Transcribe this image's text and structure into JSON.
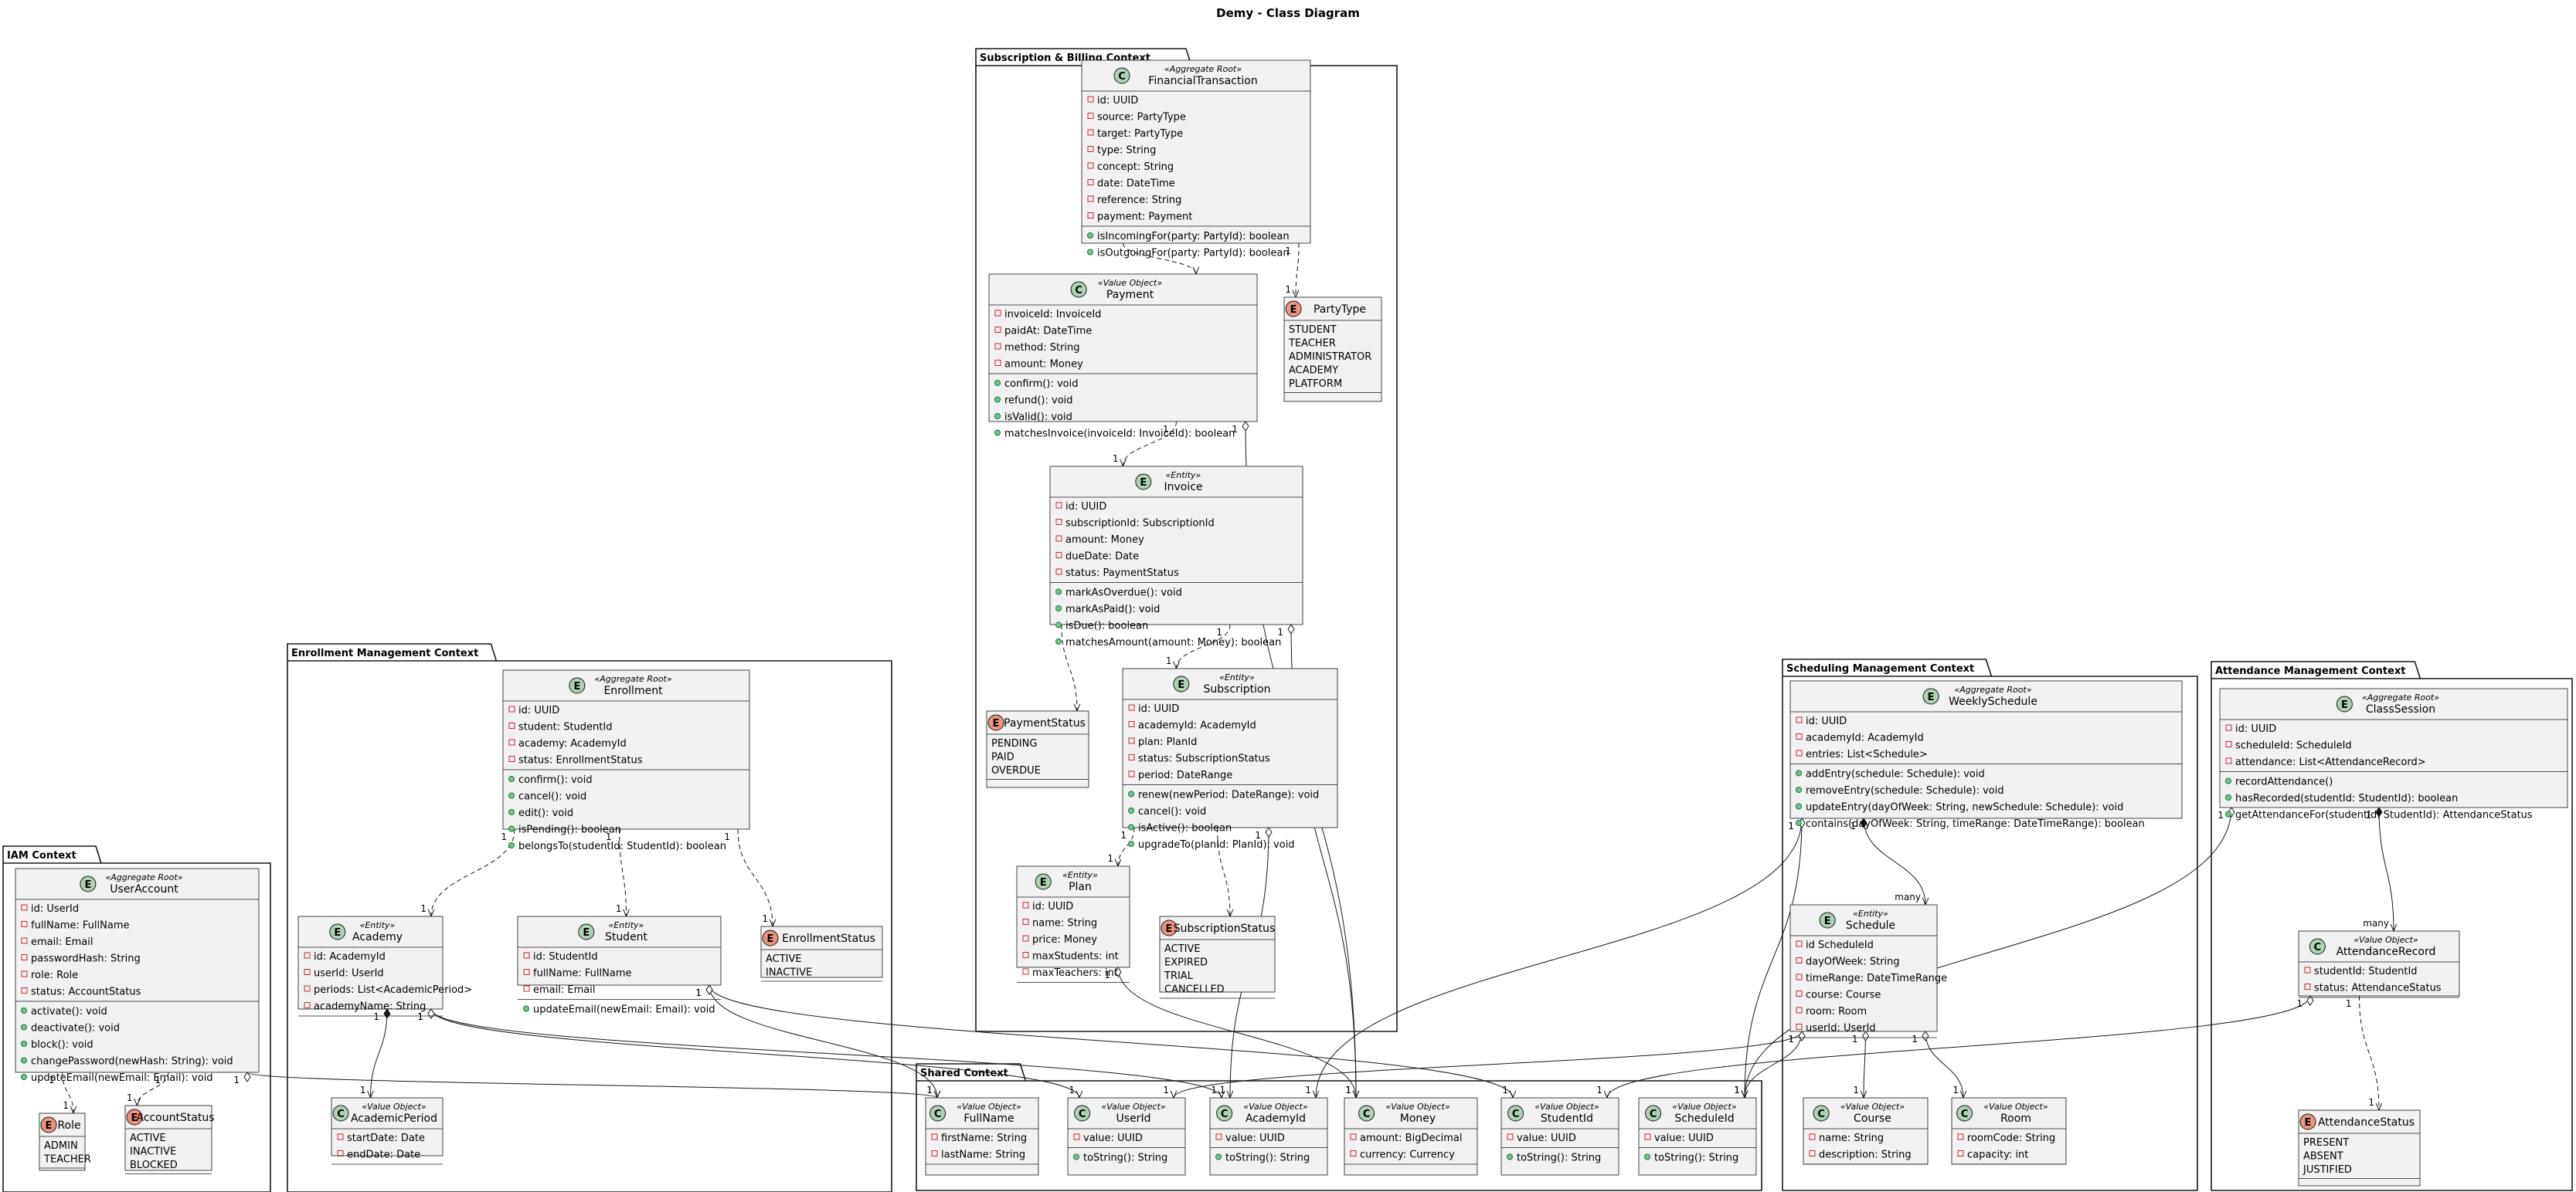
{
  "title": "Demy - Class Diagram",
  "packages": [
    {
      "id": "iam",
      "name": "IAM Context"
    },
    {
      "id": "enroll",
      "name": "Enrollment Management Context"
    },
    {
      "id": "sub",
      "name": "Subscription & Billing Context"
    },
    {
      "id": "shared",
      "name": "Shared Context"
    },
    {
      "id": "sched",
      "name": "Scheduling Management Context"
    },
    {
      "id": "att",
      "name": "Attendance Management Context"
    }
  ],
  "classes": [
    {
      "id": "UserAccount",
      "kind": "E",
      "name": "UserAccount",
      "stereotype": "«Aggregate Root»",
      "fields": [
        "id: UserId",
        "fullName: FullName",
        "email: Email",
        "passwordHash: String",
        "role: Role",
        "status: AccountStatus"
      ],
      "methods": [
        "activate(): void",
        "deactivate(): void",
        "block(): void",
        "changePassword(newHash: String): void",
        "updateEmail(newEmail: Email): void"
      ]
    },
    {
      "id": "Role",
      "kind": "enum",
      "name": "Role",
      "stereotype": "",
      "fields": [],
      "values": [
        "ADMIN",
        "TEACHER"
      ]
    },
    {
      "id": "AccountStatus",
      "kind": "enum",
      "name": "AccountStatus",
      "stereotype": "",
      "fields": [],
      "values": [
        "ACTIVE",
        "INACTIVE",
        "BLOCKED"
      ]
    },
    {
      "id": "Enrollment",
      "kind": "E",
      "name": "Enrollment",
      "stereotype": "«Aggregate Root»",
      "fields": [
        "id: UUID",
        "student: StudentId",
        "academy: AcademyId",
        "status: EnrollmentStatus"
      ],
      "methods": [
        "confirm(): void",
        "cancel(): void",
        "edit(): void",
        "isPending(): boolean",
        "belongsTo(studentId: StudentId): boolean"
      ]
    },
    {
      "id": "Academy",
      "kind": "E",
      "name": "Academy",
      "stereotype": "«Entity»",
      "fields": [
        "id: AcademyId",
        "userId: UserId",
        "periods: List<AcademicPeriod>",
        "academyName: String"
      ],
      "methods": []
    },
    {
      "id": "Student",
      "kind": "E",
      "name": "Student",
      "stereotype": "«Entity»",
      "fields": [
        "id: StudentId",
        "fullName: FullName",
        "email: Email"
      ],
      "methods": [
        "updateEmail(newEmail: Email): void"
      ]
    },
    {
      "id": "EnrollmentStatus",
      "kind": "enum",
      "name": "EnrollmentStatus",
      "stereotype": "",
      "fields": [],
      "values": [
        "ACTIVE",
        "INACTIVE"
      ]
    },
    {
      "id": "AcademicPeriod",
      "kind": "C",
      "name": "AcademicPeriod",
      "stereotype": "«Value Object»",
      "fields": [
        "startDate: Date",
        "endDate: Date"
      ],
      "methods": []
    },
    {
      "id": "FinancialTransaction",
      "kind": "C",
      "name": "FinancialTransaction",
      "stereotype": "«Aggregate Root»",
      "fields": [
        "id: UUID",
        "source: PartyType",
        "target: PartyType",
        "type: String",
        "concept: String",
        "date: DateTime",
        "reference: String",
        "payment: Payment"
      ],
      "methods": [
        "isIncomingFor(party: PartyId): boolean",
        "isOutgoingFor(party: PartyId): boolean"
      ]
    },
    {
      "id": "Payment",
      "kind": "C",
      "name": "Payment",
      "stereotype": "«Value Object»",
      "fields": [
        "invoiceId: InvoiceId",
        "paidAt: DateTime",
        "method: String",
        "amount: Money"
      ],
      "methods": [
        "confirm(): void",
        "refund(): void",
        "isValid(): void",
        "matchesInvoice(invoiceId: InvoiceId): boolean"
      ]
    },
    {
      "id": "PartyType",
      "kind": "enum",
      "name": "PartyType",
      "stereotype": "",
      "fields": [],
      "values": [
        "STUDENT",
        "TEACHER",
        "ADMINISTRATOR",
        "ACADEMY",
        "PLATFORM"
      ]
    },
    {
      "id": "Invoice",
      "kind": "E",
      "name": "Invoice",
      "stereotype": "«Entity»",
      "fields": [
        "id: UUID",
        "subscriptionId: SubscriptionId",
        "amount: Money",
        "dueDate: Date",
        "status: PaymentStatus"
      ],
      "methods": [
        "markAsOverdue(): void",
        "markAsPaid(): void",
        "isDue(): boolean",
        "matchesAmount(amount: Money): boolean"
      ]
    },
    {
      "id": "PaymentStatus",
      "kind": "enum",
      "name": "PaymentStatus",
      "stereotype": "",
      "fields": [],
      "values": [
        "PENDING",
        "PAID",
        "OVERDUE"
      ]
    },
    {
      "id": "Subscription",
      "kind": "E",
      "name": "Subscription",
      "stereotype": "«Entity»",
      "fields": [
        "id: UUID",
        "academyId: AcademyId",
        "plan: PlanId",
        "status: SubscriptionStatus",
        "period: DateRange"
      ],
      "methods": [
        "renew(newPeriod: DateRange): void",
        "cancel(): void",
        "isActive(): boolean",
        "upgradeTo(planId: PlanId): void"
      ]
    },
    {
      "id": "Plan",
      "kind": "E",
      "name": "Plan",
      "stereotype": "«Entity»",
      "fields": [
        "id: UUID",
        "name: String",
        "price: Money",
        "maxStudents: int",
        "maxTeachers: int"
      ],
      "methods": []
    },
    {
      "id": "SubscriptionStatus",
      "kind": "enum",
      "name": "SubscriptionStatus",
      "stereotype": "",
      "fields": [],
      "values": [
        "ACTIVE",
        "EXPIRED",
        "TRIAL",
        "CANCELLED"
      ]
    },
    {
      "id": "FullName",
      "kind": "C",
      "name": "FullName",
      "stereotype": "«Value Object»",
      "fields": [
        "firstName: String",
        "lastName: String"
      ],
      "methods": []
    },
    {
      "id": "UserId",
      "kind": "C",
      "name": "UserId",
      "stereotype": "«Value Object»",
      "fields": [
        "value: UUID"
      ],
      "methods": [
        "toString(): String"
      ]
    },
    {
      "id": "AcademyId",
      "kind": "C",
      "name": "AcademyId",
      "stereotype": "«Value Object»",
      "fields": [
        "value: UUID"
      ],
      "methods": [
        "toString(): String"
      ]
    },
    {
      "id": "Money",
      "kind": "C",
      "name": "Money",
      "stereotype": "«Value Object»",
      "fields": [
        "amount: BigDecimal",
        "currency: Currency"
      ],
      "methods": []
    },
    {
      "id": "StudentId",
      "kind": "C",
      "name": "StudentId",
      "stereotype": "«Value Object»",
      "fields": [
        "value: UUID"
      ],
      "methods": [
        "toString(): String"
      ]
    },
    {
      "id": "ScheduleId",
      "kind": "C",
      "name": "ScheduleId",
      "stereotype": "«Value Object»",
      "fields": [
        "value: UUID"
      ],
      "methods": [
        "toString(): String"
      ]
    },
    {
      "id": "WeeklySchedule",
      "kind": "E",
      "name": "WeeklySchedule",
      "stereotype": "«Aggregate Root»",
      "fields": [
        "id: UUID",
        "academyId: AcademyId",
        "entries: List<Schedule>"
      ],
      "methods": [
        "addEntry(schedule: Schedule): void",
        "removeEntry(schedule: Schedule): void",
        "updateEntry(dayOfWeek: String, newSchedule: Schedule): void",
        "contains(dayOfWeek: String, timeRange: DateTimeRange): boolean"
      ]
    },
    {
      "id": "Schedule",
      "kind": "E",
      "name": "Schedule",
      "stereotype": "«Entity»",
      "fields": [
        "id ScheduleId",
        "dayOfWeek: String",
        "timeRange: DateTimeRange",
        "course: Course",
        "room: Room",
        "userId: UserId"
      ],
      "methods": []
    },
    {
      "id": "Course",
      "kind": "C",
      "name": "Course",
      "stereotype": "«Value Object»",
      "fields": [
        "name: String",
        "description: String"
      ],
      "methods": []
    },
    {
      "id": "Room",
      "kind": "C",
      "name": "Room",
      "stereotype": "«Value Object»",
      "fields": [
        "roomCode: String",
        "capacity: int"
      ],
      "methods": []
    },
    {
      "id": "ClassSession",
      "kind": "E",
      "name": "ClassSession",
      "stereotype": "«Aggregate Root»",
      "fields": [
        "id: UUID",
        "scheduleId: ScheduleId",
        "attendance: List<AttendanceRecord>"
      ],
      "methods": [
        "recordAttendance()",
        "hasRecorded(studentId: StudentId): boolean",
        "getAttendanceFor(studentId: StudentId): AttendanceStatus"
      ]
    },
    {
      "id": "AttendanceRecord",
      "kind": "C",
      "name": "AttendanceRecord",
      "stereotype": "«Value Object»",
      "fields": [
        "studentId: StudentId",
        "status: AttendanceStatus"
      ],
      "methods": []
    },
    {
      "id": "AttendanceStatus",
      "kind": "enum",
      "name": "AttendanceStatus",
      "stereotype": "",
      "fields": [],
      "values": [
        "PRESENT",
        "ABSENT",
        "JUSTIFIED"
      ]
    }
  ],
  "relations": [
    {
      "from": "UserAccount",
      "to": "Role",
      "kind": "dep",
      "fromLabel": "1",
      "toLabel": "1"
    },
    {
      "from": "UserAccount",
      "to": "AccountStatus",
      "kind": "dep",
      "fromLabel": "1",
      "toLabel": "1"
    },
    {
      "from": "UserAccount",
      "to": "FullName",
      "kind": "agg",
      "fromLabel": "1",
      "toLabel": "1"
    },
    {
      "from": "Enrollment",
      "to": "Academy",
      "kind": "dep",
      "fromLabel": "1",
      "toLabel": "1"
    },
    {
      "from": "Enrollment",
      "to": "Student",
      "kind": "dep",
      "fromLabel": "1",
      "toLabel": "1"
    },
    {
      "from": "Enrollment",
      "to": "EnrollmentStatus",
      "kind": "dep",
      "fromLabel": "1",
      "toLabel": "1"
    },
    {
      "from": "Academy",
      "to": "AcademicPeriod",
      "kind": "comp",
      "fromLabel": "1",
      "toLabel": "1"
    },
    {
      "from": "Academy",
      "to": "UserId",
      "kind": "agg",
      "fromLabel": "1",
      "toLabel": "1"
    },
    {
      "from": "Academy",
      "to": "AcademyId",
      "kind": "agg",
      "fromLabel": "1",
      "toLabel": "1"
    },
    {
      "from": "Student",
      "to": "StudentId",
      "kind": "agg",
      "fromLabel": "1",
      "toLabel": "1"
    },
    {
      "from": "Student",
      "to": "FullName",
      "kind": "agg",
      "fromLabel": "1",
      "toLabel": "1"
    },
    {
      "from": "FinancialTransaction",
      "to": "Payment",
      "kind": "dep",
      "fromLabel": "",
      "toLabel": ""
    },
    {
      "from": "FinancialTransaction",
      "to": "PartyType",
      "kind": "dep",
      "fromLabel": "1",
      "toLabel": "1"
    },
    {
      "from": "Payment",
      "to": "Invoice",
      "kind": "dep",
      "fromLabel": "1",
      "toLabel": "1"
    },
    {
      "from": "Payment",
      "to": "Money",
      "kind": "agg",
      "fromLabel": "1",
      "toLabel": "1"
    },
    {
      "from": "Invoice",
      "to": "PaymentStatus",
      "kind": "dep",
      "fromLabel": "",
      "toLabel": ""
    },
    {
      "from": "Invoice",
      "to": "Subscription",
      "kind": "dep",
      "fromLabel": "1",
      "toLabel": "1"
    },
    {
      "from": "Invoice",
      "to": "Money",
      "kind": "agg",
      "fromLabel": "1",
      "toLabel": "1"
    },
    {
      "from": "Subscription",
      "to": "Plan",
      "kind": "dep",
      "fromLabel": "1",
      "toLabel": "1"
    },
    {
      "from": "Subscription",
      "to": "SubscriptionStatus",
      "kind": "dep",
      "fromLabel": "",
      "toLabel": ""
    },
    {
      "from": "Subscription",
      "to": "AcademyId",
      "kind": "agg",
      "fromLabel": "1",
      "toLabel": "1"
    },
    {
      "from": "Plan",
      "to": "Money",
      "kind": "agg",
      "fromLabel": "1",
      "toLabel": "1"
    },
    {
      "from": "WeeklySchedule",
      "to": "Schedule",
      "kind": "comp",
      "fromLabel": "1",
      "toLabel": "many"
    },
    {
      "from": "WeeklySchedule",
      "to": "AcademyId",
      "kind": "agg",
      "fromLabel": "1",
      "toLabel": "1"
    },
    {
      "from": "WeeklySchedule",
      "to": "ScheduleId",
      "kind": "agg",
      "fromLabel": "1",
      "toLabel": "1"
    },
    {
      "from": "Schedule",
      "to": "Course",
      "kind": "agg",
      "fromLabel": "1",
      "toLabel": "1"
    },
    {
      "from": "Schedule",
      "to": "Room",
      "kind": "agg",
      "fromLabel": "1",
      "toLabel": "1"
    },
    {
      "from": "Schedule",
      "to": "ScheduleId",
      "kind": "agg",
      "fromLabel": "1",
      "toLabel": "1"
    },
    {
      "from": "Schedule",
      "to": "UserId",
      "kind": "agg",
      "fromLabel": "1",
      "toLabel": "1"
    },
    {
      "from": "ClassSession",
      "to": "AttendanceRecord",
      "kind": "comp",
      "fromLabel": "1",
      "toLabel": "many"
    },
    {
      "from": "ClassSession",
      "to": "ScheduleId",
      "kind": "agg",
      "fromLabel": "1",
      "toLabel": "1"
    },
    {
      "from": "AttendanceRecord",
      "to": "AttendanceStatus",
      "kind": "dep",
      "fromLabel": "1",
      "toLabel": "1"
    },
    {
      "from": "AttendanceRecord",
      "to": "StudentId",
      "kind": "agg",
      "fromLabel": "1",
      "toLabel": "1"
    }
  ],
  "colors": {
    "box_fill": "#f1f1f1",
    "box_stroke": "#181818",
    "circle_C": "#add1b2",
    "circle_E": "#add1b2",
    "circle_enum": "#eb937f",
    "line": "#181818"
  }
}
